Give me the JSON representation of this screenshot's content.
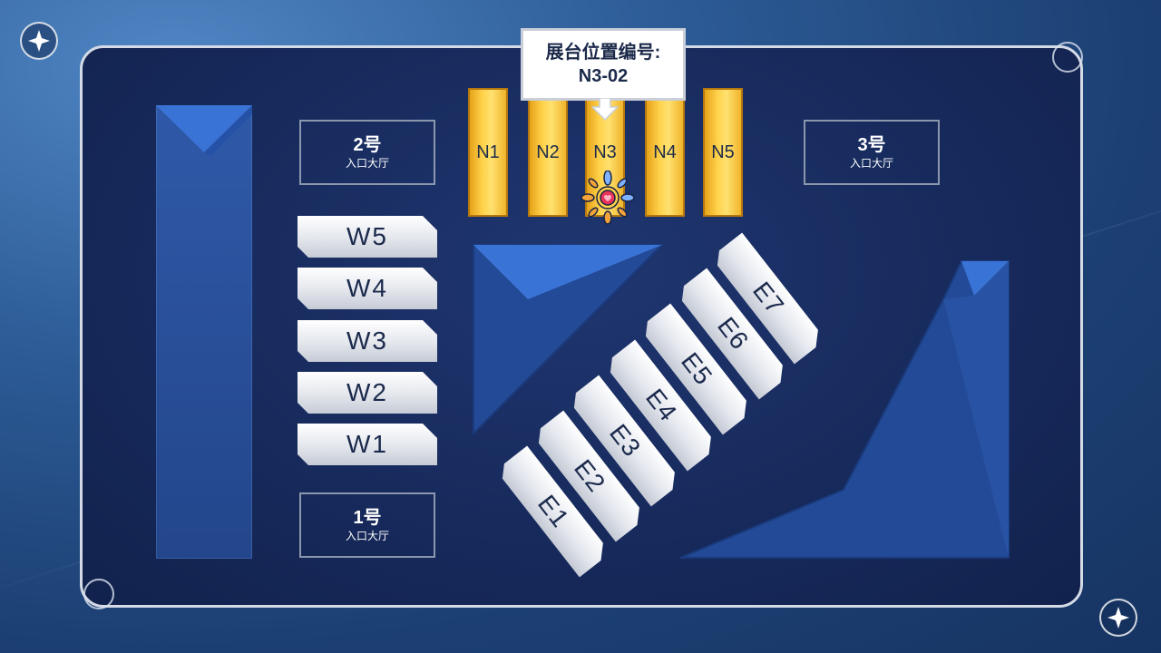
{
  "tooltip": {
    "title": "展台位置编号:",
    "value": "N3-02"
  },
  "halls": {
    "hall_2": {
      "number": "2号",
      "label": "入口大厅"
    },
    "hall_3": {
      "number": "3号",
      "label": "入口大厅"
    },
    "hall_1": {
      "number": "1号",
      "label": "入口大厅"
    }
  },
  "north_booths": [
    "N1",
    "N2",
    "N3",
    "N4",
    "N5"
  ],
  "west_booths": [
    "W5",
    "W4",
    "W3",
    "W2",
    "W1"
  ],
  "east_booths": [
    "E1",
    "E2",
    "E3",
    "E4",
    "E5",
    "E6",
    "E7"
  ],
  "selected_booth": "N3",
  "colors": {
    "background": "#2d5c97",
    "frame": "#172a5c",
    "gold_booth": "#ffd24a",
    "silver_booth": "#e3e6ec",
    "blue_block": "#2f59a8",
    "marker": "#e8335a"
  },
  "icons": {
    "top_left": "compass-star-icon",
    "bottom_right": "compass-star-icon",
    "marker": "heart-marker-icon",
    "tooltip_pointer": "down-arrow-icon"
  }
}
